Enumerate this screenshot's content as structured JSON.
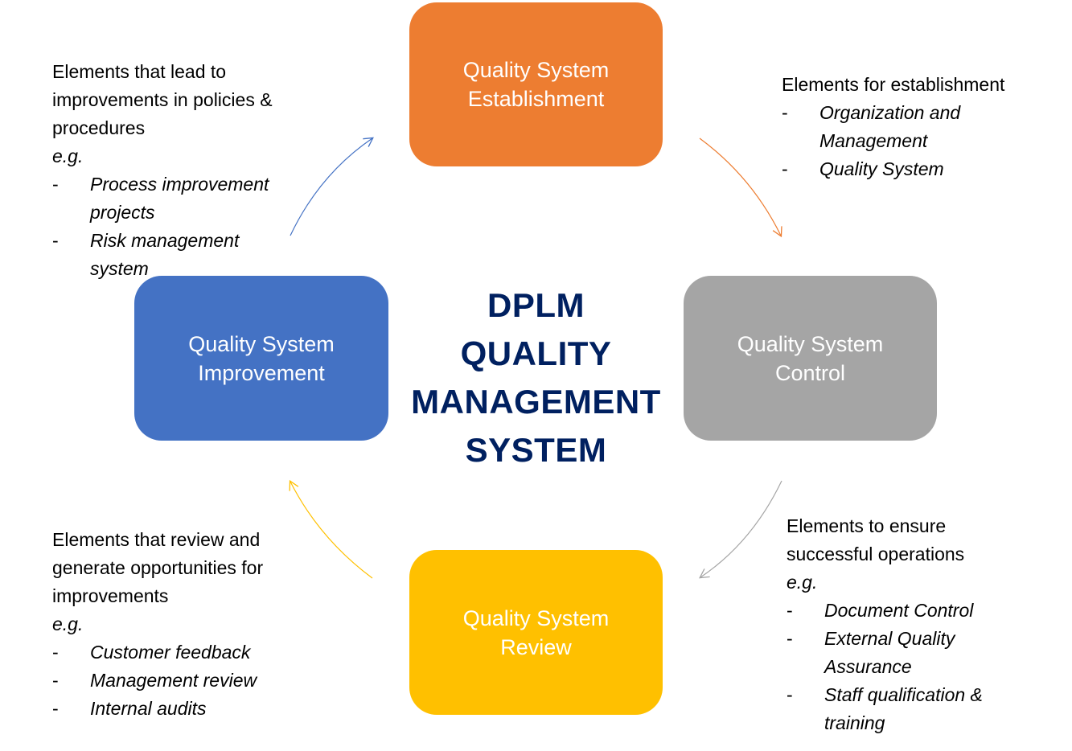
{
  "diagram": {
    "center_title": [
      "DPLM",
      "QUALITY",
      "MANAGEMENT",
      "SYSTEM"
    ],
    "colors": {
      "establishment": "#ED7D31",
      "control": "#A5A5A5",
      "review": "#FFC000",
      "improvement": "#4472C4",
      "title": "#002060",
      "arrow_orange": "#ED7D31",
      "arrow_gray": "#A5A5A5",
      "arrow_yellow": "#FFC000",
      "arrow_blue": "#4472C4"
    },
    "boxes": {
      "establishment": "Quality System\nEstablishment",
      "control": "Quality System\nControl",
      "review": "Quality System\nReview",
      "improvement": "Quality System\nImprovement"
    },
    "notes": {
      "top_left": {
        "lines": [
          "Elements that lead to",
          "improvements in policies &",
          "procedures"
        ],
        "eg": "e.g.",
        "items": [
          {
            "dash": "-",
            "lines": [
              "Process improvement",
              "projects"
            ]
          },
          {
            "dash": "-",
            "lines": [
              "Risk management",
              "system"
            ]
          }
        ]
      },
      "top_right": {
        "lines": [
          "Elements for establishment"
        ],
        "items": [
          {
            "dash": "-",
            "lines": [
              "Organization and",
              "Management"
            ]
          },
          {
            "dash": "-",
            "lines": [
              "Quality System"
            ]
          }
        ]
      },
      "bottom_right": {
        "lines": [
          "Elements to ensure",
          "successful operations"
        ],
        "eg": "e.g.",
        "items": [
          {
            "dash": "-",
            "lines": [
              "Document Control"
            ]
          },
          {
            "dash": "-",
            "lines": [
              "External Quality",
              "Assurance"
            ]
          },
          {
            "dash": "-",
            "lines": [
              "Staff qualification &",
              "training"
            ]
          }
        ]
      },
      "bottom_left": {
        "lines": [
          "Elements that review and",
          "generate opportunities for",
          "improvements"
        ],
        "eg": "e.g.",
        "items": [
          {
            "dash": "-",
            "lines": [
              "Customer feedback"
            ]
          },
          {
            "dash": "-",
            "lines": [
              "Management review"
            ]
          },
          {
            "dash": "-",
            "lines": [
              "Internal audits"
            ]
          }
        ]
      }
    }
  }
}
